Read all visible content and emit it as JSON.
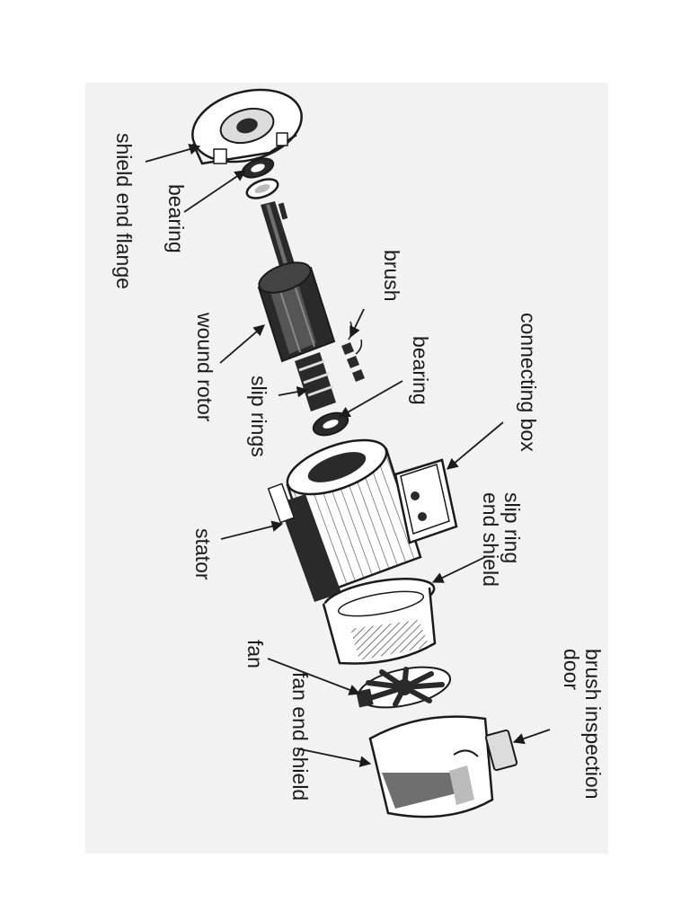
{
  "labels": {
    "shield_end_flange": "shield end flange",
    "bearing_front": "bearing",
    "brush": "brush",
    "connecting_box": "connecting box",
    "bearing_rear": "bearing",
    "wound_rotor": "wound rotor",
    "slip_rings": "slip rings",
    "slip_ring_end_shield": [
      "slip ring",
      "end shield"
    ],
    "stator": "stator",
    "fan": "fan",
    "brush_inspection_door": [
      "brush inspection",
      "door"
    ],
    "fan_end_shield": "fan end shield"
  },
  "colors": {
    "panel": "#f2f2f2",
    "ink": "#1b1b1b",
    "dark": "#2a2a2a",
    "mid": "#6f6f6f"
  }
}
